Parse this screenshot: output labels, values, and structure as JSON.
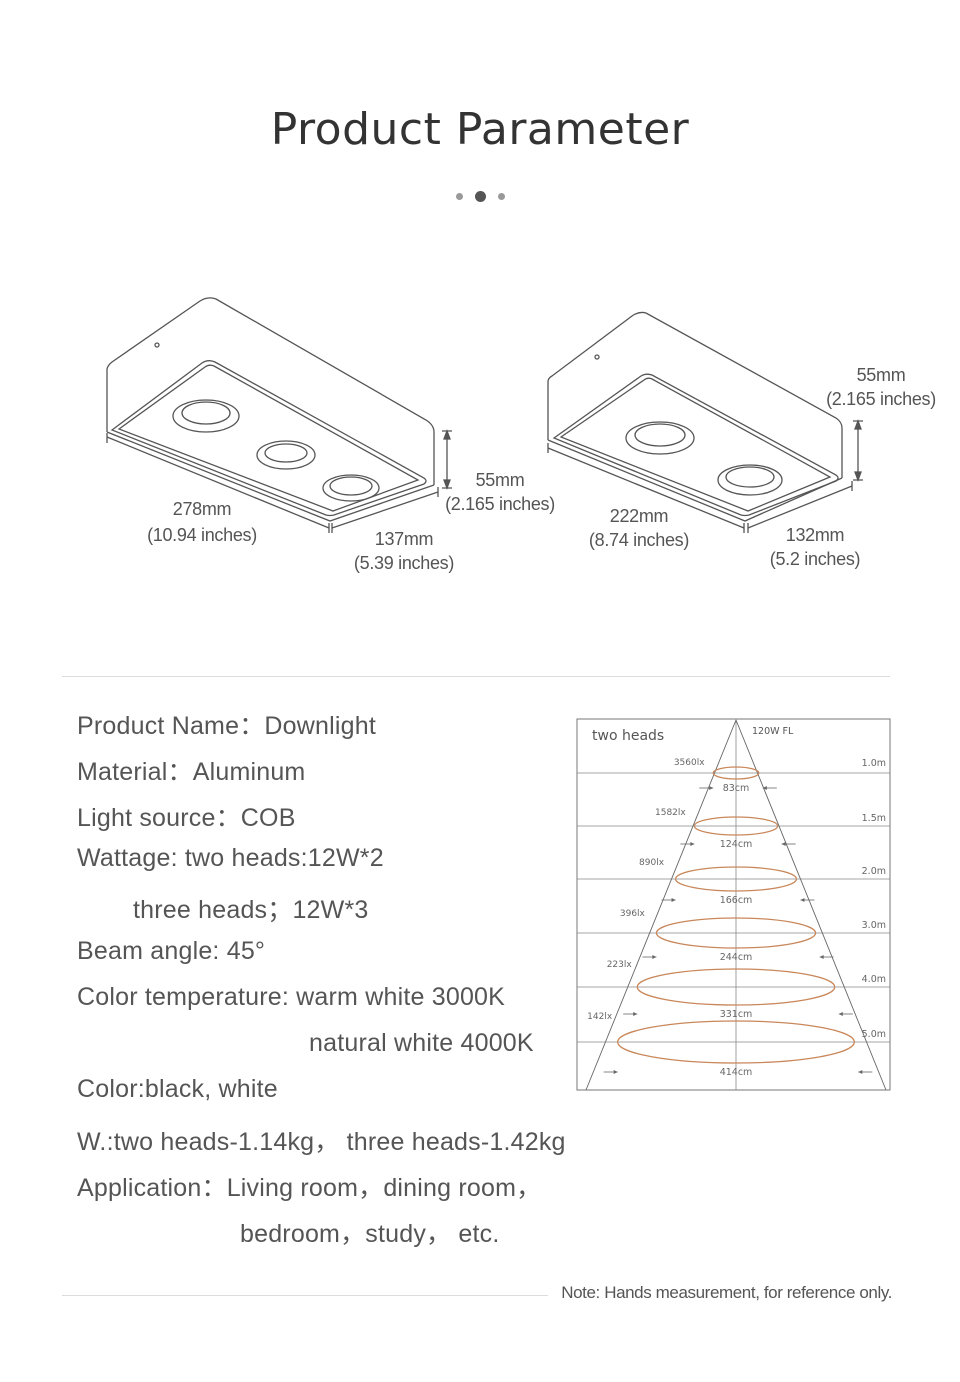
{
  "header": {
    "title": "Product Parameter",
    "dots": [
      "",
      "",
      ""
    ]
  },
  "products": {
    "three_head": {
      "length": "278mm",
      "length_in": "(10.94 inches)",
      "width": "137mm",
      "width_in": "(5.39 inches)",
      "height": "55mm",
      "height_in": "(2.165 inches)"
    },
    "two_head": {
      "length": "222mm",
      "length_in": "(8.74 inches)",
      "width": "132mm",
      "width_in": "(5.2 inches)",
      "height": "55mm",
      "height_in": "(2.165 inches)"
    }
  },
  "params": [
    "Product Name：Downlight",
    "Material：Aluminum",
    "Light source：COB",
    "Wattage: two heads:12W*2",
    "three heads；12W*3",
    "Beam angle: 45°",
    "Color temperature: warm white 3000K",
    "natural white 4000K",
    "Color:black, white",
    "W.:two heads-1.14kg， three heads-1.42kg",
    "Application：Living room，dining room，",
    "bedroom，study， etc."
  ],
  "beam_chart": {
    "title": "two heads",
    "model": "120W FL",
    "rows": [
      {
        "distance": "1.0m",
        "lux": "3560lx",
        "diameter": "83cm"
      },
      {
        "distance": "1.5m",
        "lux": "1582lx",
        "diameter": "124cm"
      },
      {
        "distance": "2.0m",
        "lux": "890lx",
        "diameter": "166cm"
      },
      {
        "distance": "3.0m",
        "lux": "396lx",
        "diameter": "244cm"
      },
      {
        "distance": "4.0m",
        "lux": "223lx",
        "diameter": "331cm"
      },
      {
        "distance": "5.0m",
        "lux": "142lx",
        "diameter": "414cm"
      }
    ]
  },
  "colors": {
    "accent_beam": "#c9875a",
    "text": "#555555",
    "line": "#666666"
  },
  "note": "Note: Hands measurement, for reference only."
}
